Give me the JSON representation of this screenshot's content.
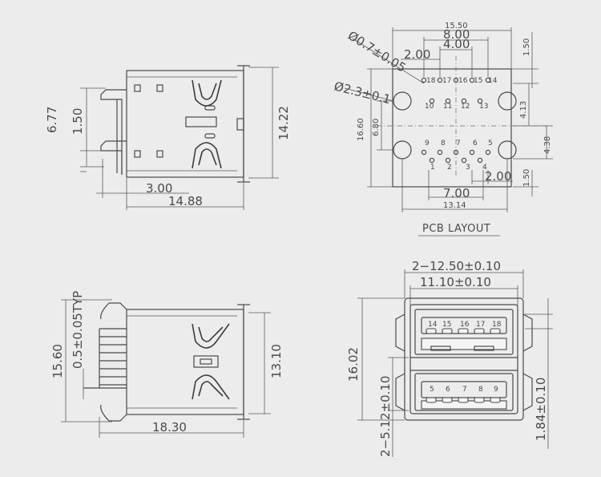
{
  "side_view_top": {
    "dims": {
      "d_6_77": "6.77",
      "d_1_50": "1.50",
      "d_14_22": "14.22",
      "d_3_00": "3.00",
      "d_14_88": "14.88"
    }
  },
  "pcb_layout": {
    "title": "PCB LAYOUT",
    "dims": {
      "d_15_50": "15.50",
      "d_8_00": "8.00",
      "d_4_00": "4.00",
      "d_2_00_top": "2.00",
      "d_hole_small": "Ø0.7±0.05",
      "d_hole_large": "Ø2.3±0.1",
      "d_1_50_top": "1.50",
      "d_4_13": "4.13",
      "d_4_38": "4.38",
      "d_1_50_bottom": "1.50",
      "d_16_60": "16.60",
      "d_6_80": "6.80",
      "d_2_00_bottom": "2.00",
      "d_7_00": "7.00",
      "d_13_14": "13.14"
    },
    "pins_top_row": [
      "18",
      "17",
      "16",
      "15",
      "14"
    ],
    "pins_mid_row": [
      "10",
      "11",
      "12",
      "13"
    ],
    "pins_lower_row": [
      "9",
      "8",
      "7",
      "6",
      "5"
    ],
    "pins_bottom_row": [
      "1",
      "2",
      "3",
      "4"
    ]
  },
  "side_view_bottom": {
    "dims": {
      "d_15_60": "15.60",
      "d_pin": "0.5±0.05TYP",
      "d_13_10": "13.10",
      "d_18_30": "18.30"
    }
  },
  "front_view": {
    "dims": {
      "d_2_12_50": "2−12.50±0.10",
      "d_11_10": "11.10±0.10",
      "d_16_02": "16.02",
      "d_2_5_12": "2−5.12±0.10",
      "d_1_84": "1.84±0.10"
    },
    "port_top_pins": [
      "14",
      "15",
      "16",
      "17",
      "18"
    ],
    "port_bottom_pins": [
      "5",
      "6",
      "7",
      "8",
      "9"
    ]
  }
}
